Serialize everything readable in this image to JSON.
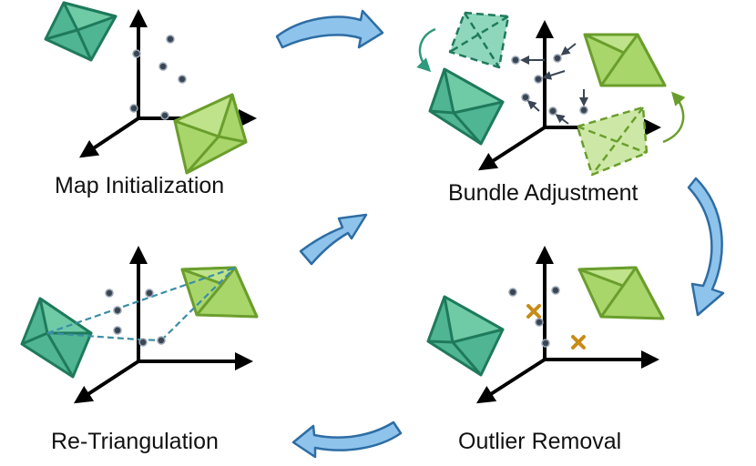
{
  "colors": {
    "camera_teal": "#2e9a7b",
    "camera_teal_light": "#7fd1b5",
    "camera_green": "#a9d66b",
    "camera_green_stroke": "#6a9e2c",
    "point": "#3a4554",
    "outlier": "#c98b17",
    "arrow_fill": "#8ec4ec",
    "arrow_stroke": "#2e6da4",
    "axis": "#000000",
    "triangulation_line": "#3b8da6"
  },
  "stages": [
    {
      "label": "Map Initialization"
    },
    {
      "label": "Bundle Adjustment"
    },
    {
      "label": "Outlier Removal"
    },
    {
      "label": "Re-Triangulation"
    }
  ],
  "icons": {
    "cycle_arrows": "curved-arrow-icon",
    "outlier_marks": "x-mark-icon",
    "cameras": "camera-frustum-icon"
  }
}
